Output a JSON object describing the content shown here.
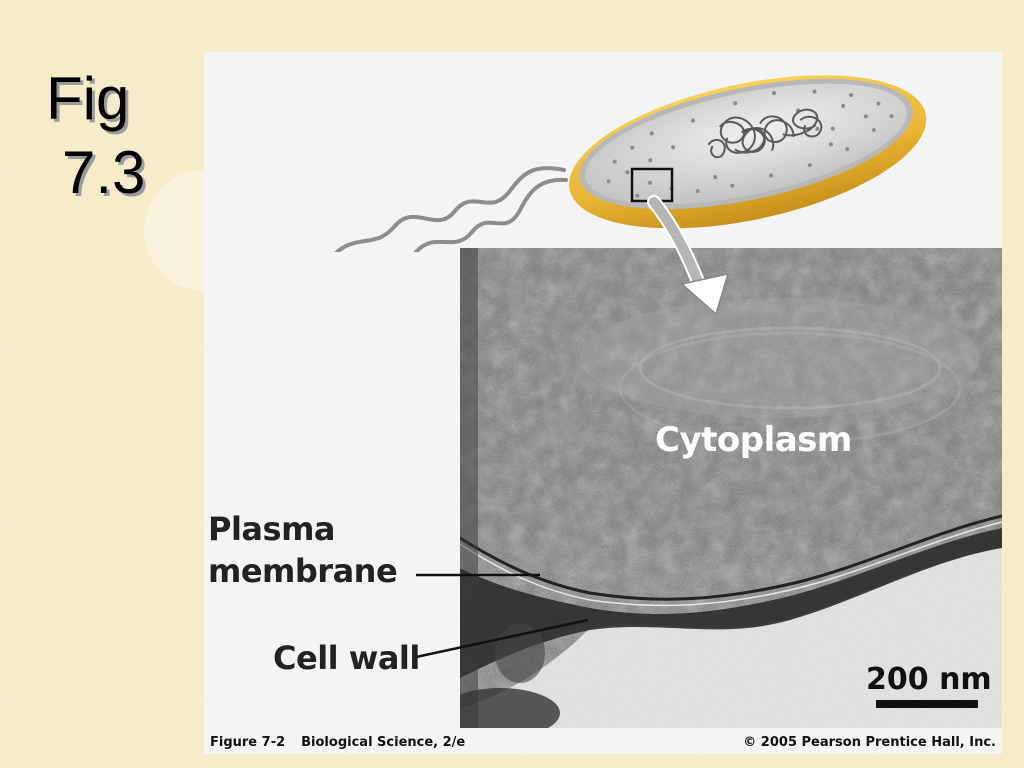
{
  "slide": {
    "title_line1": "Fig",
    "title_line2": "7.3"
  },
  "figure": {
    "labels": {
      "cytoplasm": "Cytoplasm",
      "plasma_membrane_line1": "Plasma",
      "plasma_membrane_line2": "membrane",
      "cell_wall": "Cell wall",
      "scale": "200 nm"
    },
    "caption": {
      "figure_number": "Figure 7-2",
      "book": "Biological Science, 2/e",
      "copyright": "© 2005 Pearson Prentice Hall, Inc."
    },
    "colors": {
      "cell_wall_gold": "#e9b533",
      "cell_interior": "#d9d9d9",
      "flagella": "#9a9a9a"
    }
  }
}
